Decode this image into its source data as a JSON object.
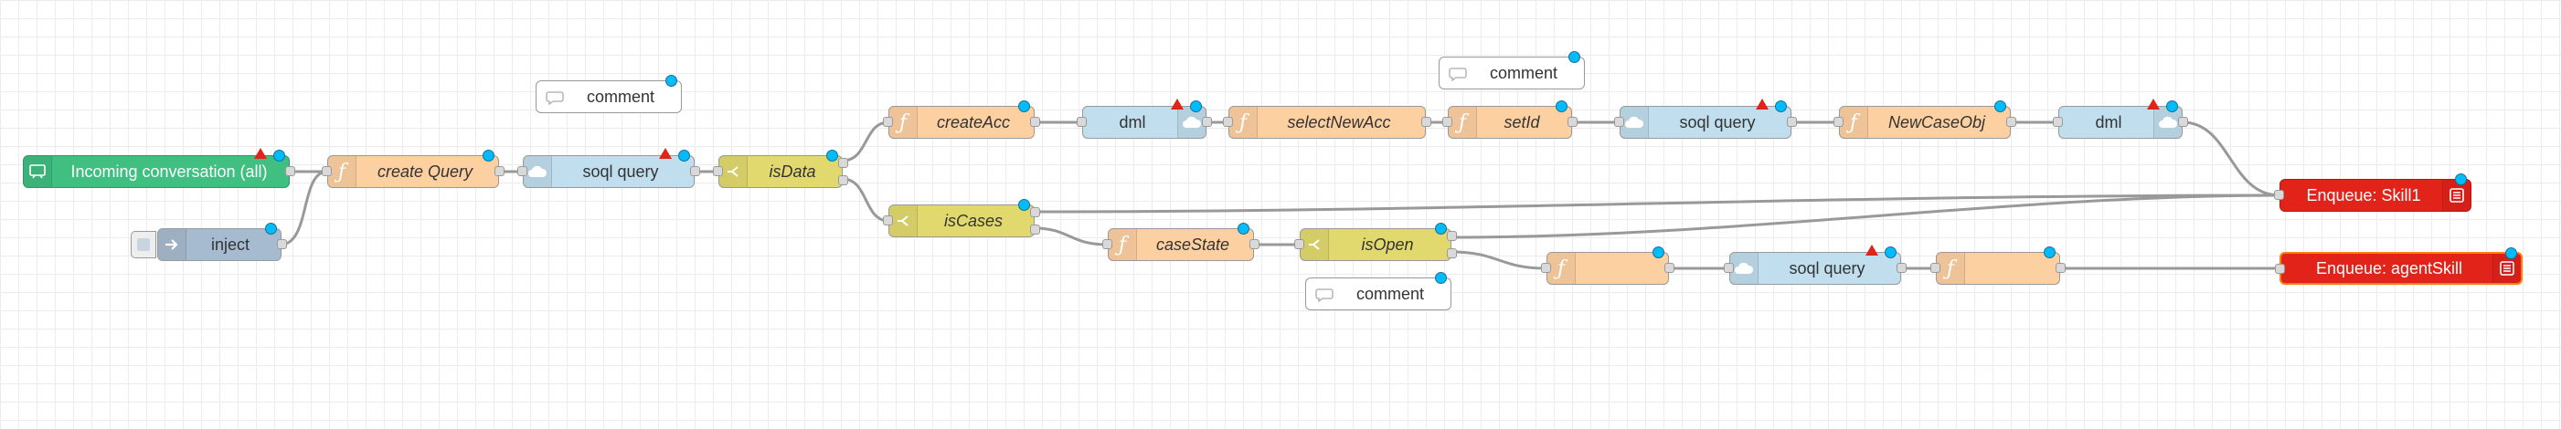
{
  "colors": {
    "function": "#fdd0a2",
    "soql": "#c0deed",
    "switch": "#e2d96e",
    "queue": "#e2231a",
    "incoming": "#3fbf80",
    "inject": "#a6bbcf",
    "comment": "#ffffff",
    "wire": "#999999",
    "status_dot": "#00bcff"
  },
  "nodes": {
    "incoming": {
      "label": "Incoming conversation (all)",
      "icon": "chat-in-icon"
    },
    "inject": {
      "label": "inject",
      "icon": "inject-arrow-icon"
    },
    "create_query": {
      "label": "create Query",
      "icon": "function-icon"
    },
    "soql1": {
      "label": "soql query",
      "icon": "cloud-icon"
    },
    "is_data": {
      "label": "isData",
      "icon": "switch-icon"
    },
    "create_acc": {
      "label": "createAcc",
      "icon": "function-icon"
    },
    "dml1": {
      "label": "dml",
      "icon": "cloud-icon"
    },
    "select_new_acc": {
      "label": "selectNewAcc",
      "icon": "function-icon"
    },
    "set_id": {
      "label": "setId",
      "icon": "function-icon"
    },
    "soql2": {
      "label": "soql query",
      "icon": "cloud-icon"
    },
    "new_case_obj": {
      "label": "NewCaseObj",
      "icon": "function-icon"
    },
    "dml2": {
      "label": "dml",
      "icon": "cloud-icon"
    },
    "enqueue_skill1": {
      "label": "Enqueue: Skill1",
      "icon": "queue-icon"
    },
    "is_cases": {
      "label": "isCases",
      "icon": "switch-icon"
    },
    "case_state": {
      "label": "caseState",
      "icon": "function-icon"
    },
    "is_open": {
      "label": "isOpen",
      "icon": "switch-icon"
    },
    "func_a": {
      "label": "",
      "icon": "function-icon"
    },
    "soql3": {
      "label": "soql query",
      "icon": "cloud-icon"
    },
    "func_b": {
      "label": "",
      "icon": "function-icon"
    },
    "enqueue_agent": {
      "label": "Enqueue: agentSkill",
      "icon": "queue-icon"
    }
  },
  "comments": {
    "c1": "comment",
    "c2": "comment",
    "c3": "comment"
  }
}
